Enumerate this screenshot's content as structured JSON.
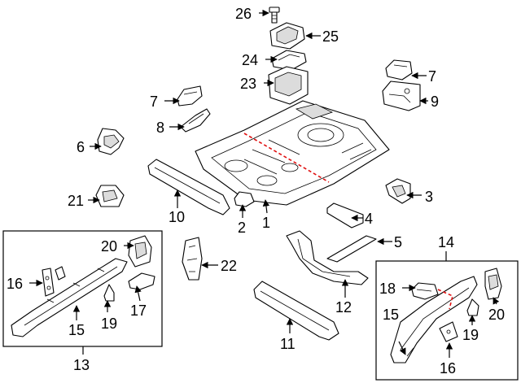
{
  "callouts": {
    "c1": "1",
    "c2": "2",
    "c3": "3",
    "c4": "4",
    "c5": "5",
    "c6": "6",
    "c7a": "7",
    "c7b": "7",
    "c8": "8",
    "c9": "9",
    "c10": "10",
    "c11": "11",
    "c12": "12",
    "c13": "13",
    "c14": "14",
    "c15a": "15",
    "c15b": "15",
    "c16a": "16",
    "c16b": "16",
    "c17": "17",
    "c18": "18",
    "c19a": "19",
    "c19b": "19",
    "c20a": "20",
    "c20b": "20",
    "c21": "21",
    "c22": "22",
    "c23": "23",
    "c24": "24",
    "c25": "25",
    "c26": "26"
  },
  "colors": {
    "line": "#000000",
    "cut_line": "#e01010",
    "background": "#ffffff"
  }
}
